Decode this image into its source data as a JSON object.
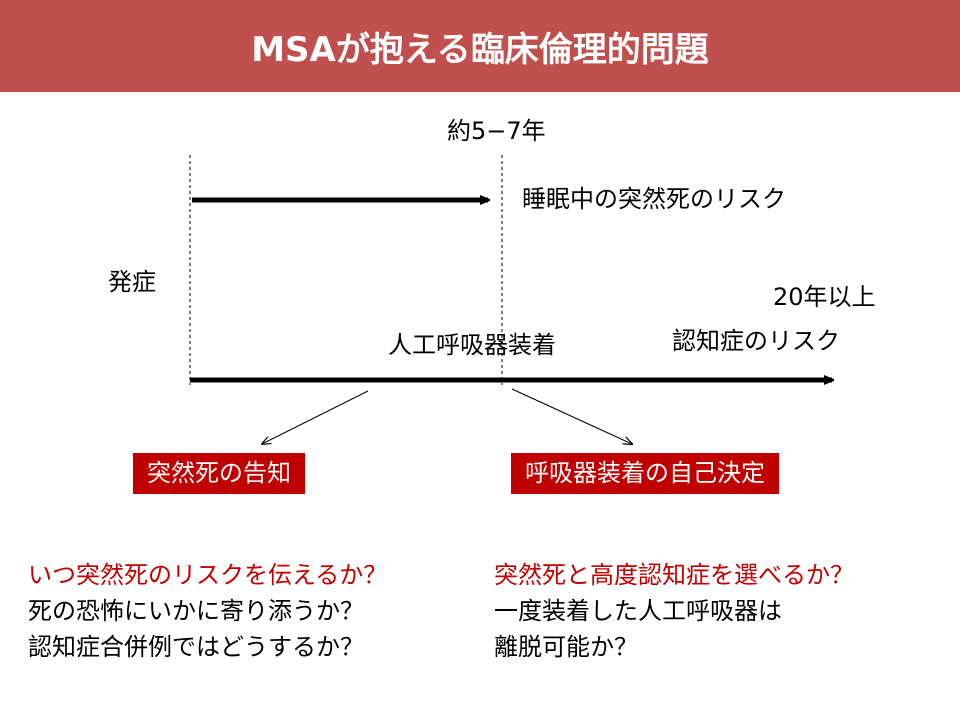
{
  "title": "MSAが抱える臨床倫理的問題",
  "labels": {
    "duration_short": "約5−7年",
    "risk_sleep_death": "睡眠中の突然死のリスク",
    "onset": "発症",
    "duration_long": "20年以上",
    "ventilation": "人工呼吸器装着",
    "risk_dementia": "認知症のリスク"
  },
  "boxes": {
    "disclosure": "突然死の告知",
    "self_decision": "呼吸器装着の自己決定"
  },
  "questions_left": [
    "いつ突然死のリスクを伝えるか？",
    "死の恐怖にいかに寄り添うか？",
    "認知症合併例ではどうするか？"
  ],
  "questions_right": [
    "突然死と高度認知症を選べるか？",
    "一度装着した人工呼吸器は",
    "離脱可能か？"
  ],
  "colors": {
    "title_bg": "#c0504d",
    "box_bg": "#c00000",
    "highlight_text": "#c00000"
  }
}
